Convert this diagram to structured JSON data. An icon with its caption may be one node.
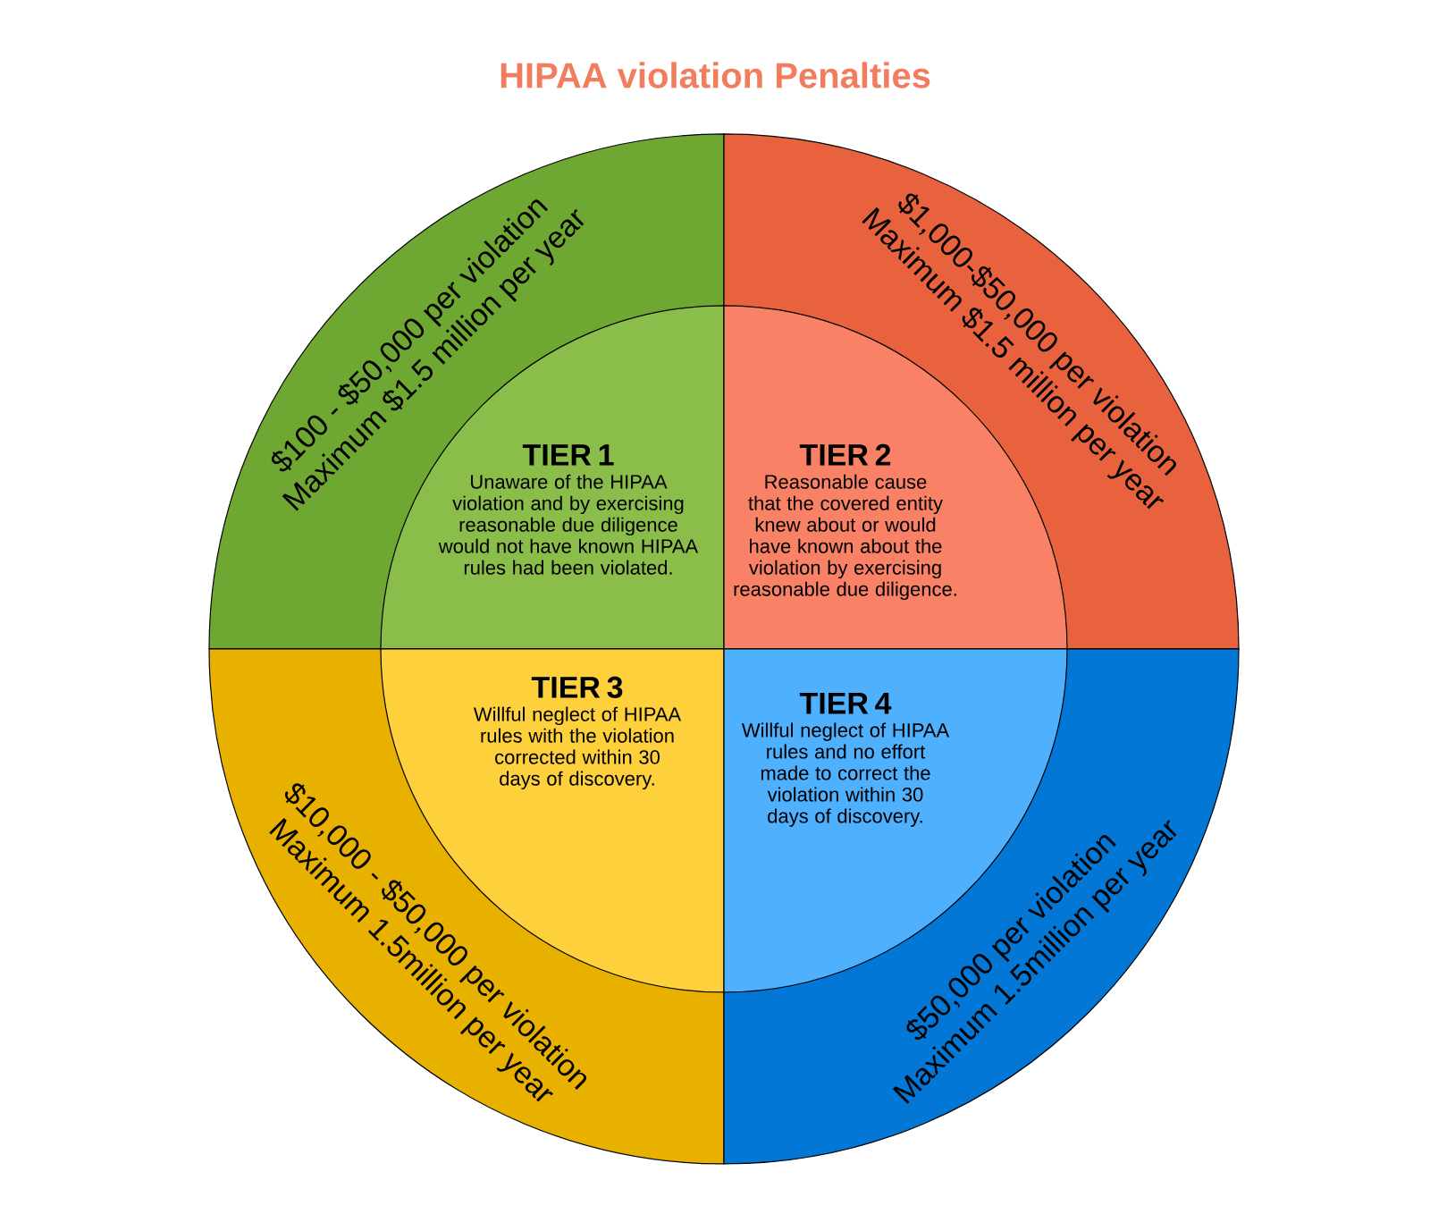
{
  "diagram": {
    "title": "HIPAA violation Penalties",
    "nodes": [
      {
        "text": [
          "$100 - $50,000 per violation",
          "Maximum $1.5 million per year"
        ]
      },
      {
        "text": [
          "TIER 1",
          "Unaware of the HIPAA violation and by exercising reasonable due diligence would not have known HIPAA rules had been violated."
        ],
        "in": 0
      },
      {
        "text": [
          "$1,000-$50,000 per violation",
          "Maximum $1.5 million per year"
        ]
      },
      {
        "text": [
          "TIER 2",
          "Reasonable cause that the covered entity knew about or would have known about the violation by exercising reasonable due diligence."
        ],
        "in": 2
      },
      {
        "text": [
          "$10,000 - $50,000 per violation",
          "Maximum 1.5million per year"
        ]
      },
      {
        "text": [
          "TIER 3",
          "Willful neglect of HIPAA rules with the violation corrected within 30 days of discovery."
        ],
        "in": 4
      },
      {
        "text": [
          "$50,000 per violation",
          "Maximum 1.5million per year"
        ]
      },
      {
        "text": [
          "TIER 4",
          "Willful neglect of HIPAA rules and no effort made to correct the violation within 30 days of discovery."
        ],
        "in": 6
      }
    ]
  }
}
